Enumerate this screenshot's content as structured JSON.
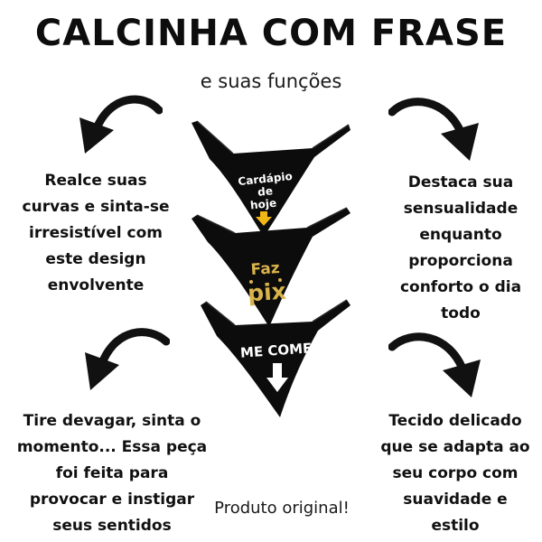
{
  "header": {
    "title": "CALCINHA COM FRASE",
    "subtitle": "e suas funções"
  },
  "captions": {
    "top_left": "Realce suas\ncurvas e sinta-se\nirresistível com\neste design\nenvolvente",
    "top_right": "Destaca sua\nsensualidade\nenquanto\nproporciona\nconforto o dia\ntodo",
    "bottom_left": "Tire devagar, sinta o\nmomento... Essa peça\nfoi feita para\nprovocar e instigar\nseus sentidos",
    "bottom_right": "Tecido delicado\nque se adapta ao\nseu corpo com\nsuavidade e\nestilo"
  },
  "products": [
    {
      "print_lines": [
        "Cardápio",
        "de",
        "hoje"
      ],
      "accent": "#f2b616"
    },
    {
      "print_lines": [
        "Faz",
        "pix"
      ],
      "accent": "#d9b24a"
    },
    {
      "print_lines": [
        "ME COME"
      ],
      "accent": "#ffffff"
    }
  ],
  "footer": {
    "note": "Produto original!"
  },
  "icons": {
    "arrows": [
      "curved-arrow-down-left-icon",
      "curved-arrow-down-right-icon"
    ]
  },
  "colors": {
    "text": "#111111",
    "fabric": "#0c0c0c",
    "accent_gold": "#f2b616"
  }
}
